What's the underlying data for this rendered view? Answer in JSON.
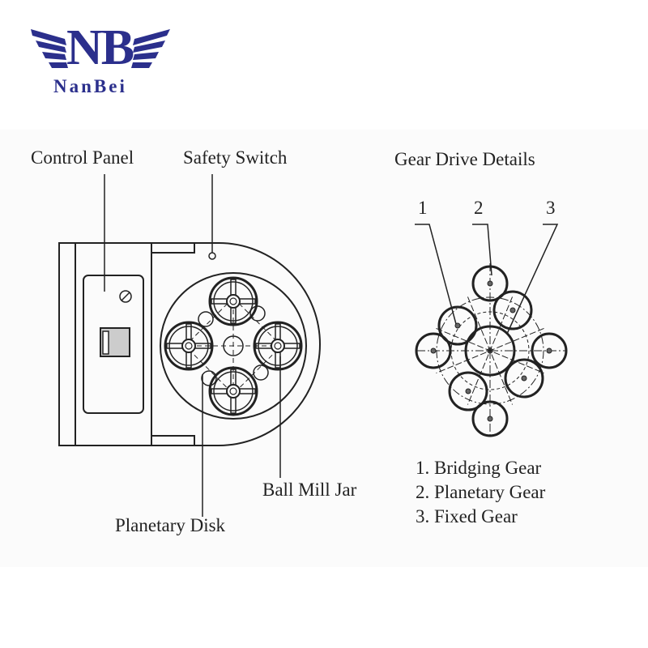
{
  "logo": {
    "mark": "NB",
    "name": "NanBei",
    "color": "#2b2f8c"
  },
  "labels": {
    "control_panel": "Control Panel",
    "safety_switch": "Safety Switch",
    "planetary_disk": "Planetary Disk",
    "ball_mill_jar": "Ball Mill Jar",
    "gear_title": "Gear Drive Details"
  },
  "gear_numbers": [
    "1",
    "2",
    "3"
  ],
  "legend": [
    "1. Bridging Gear",
    "2. Planetary Gear",
    "3. Fixed Gear"
  ]
}
